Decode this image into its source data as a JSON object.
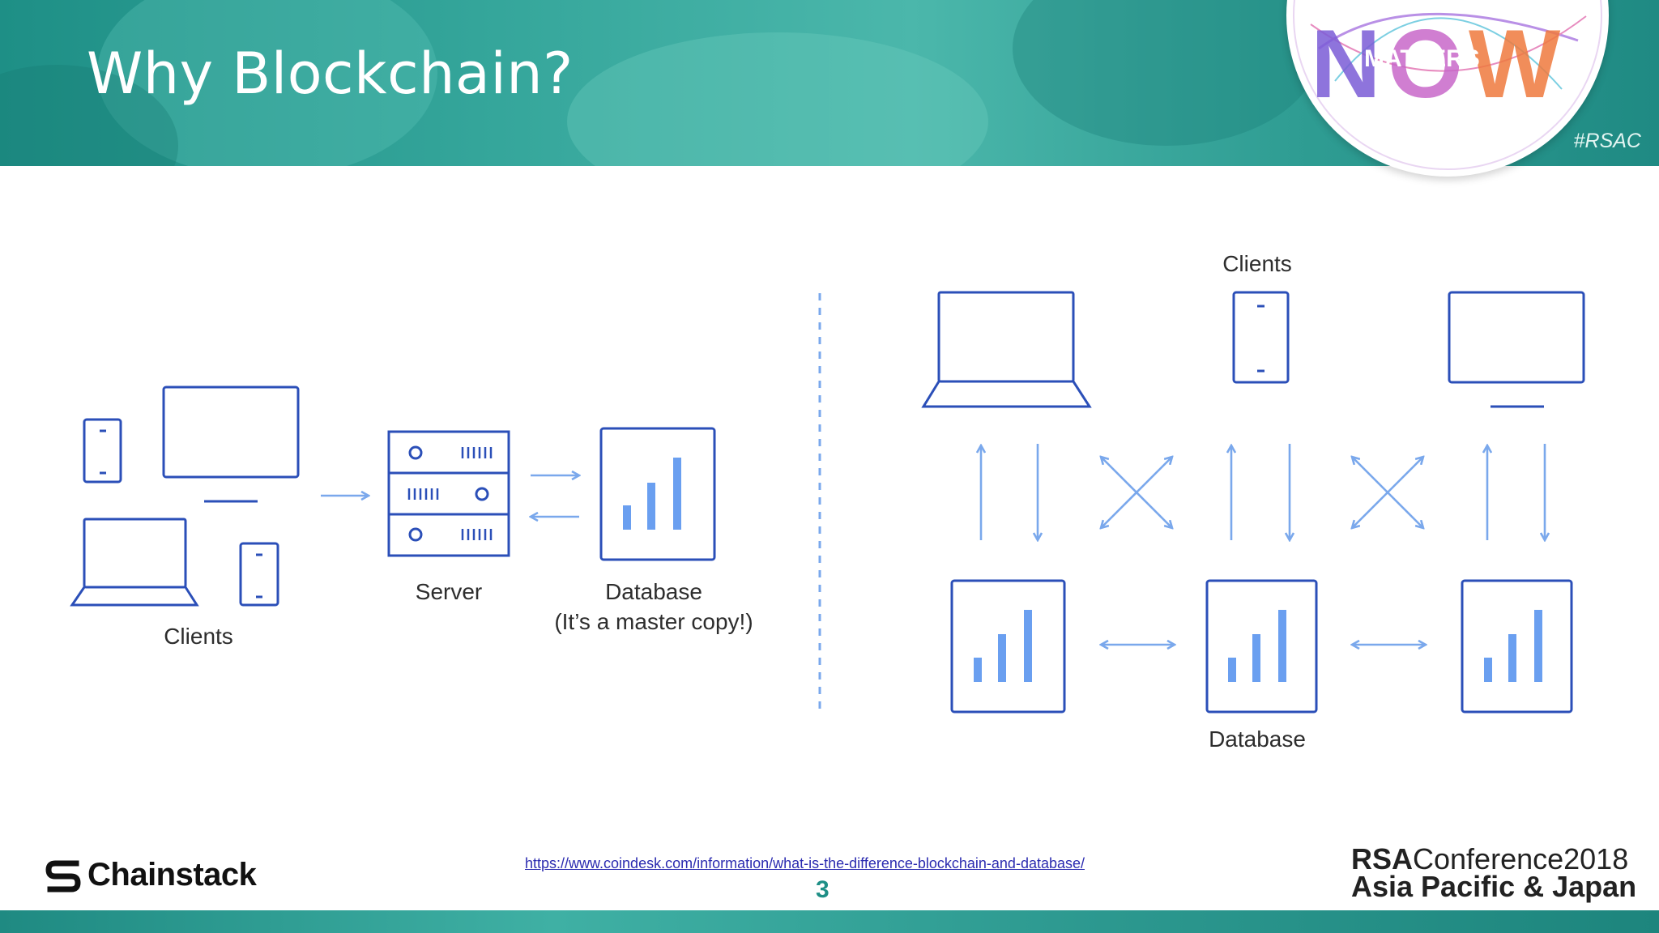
{
  "slide": {
    "title": "Why Blockchain?",
    "hashtag": "#RSAC",
    "badge_text": "MATTERS",
    "page_number": "3",
    "source_link": "https://www.coindesk.com/information/what-is-the-difference-blockchain-and-database/"
  },
  "left_diagram": {
    "clients_label": "Clients",
    "server_label": "Server",
    "database_label": "Database",
    "database_note": "(It’s a master copy!)"
  },
  "right_diagram": {
    "clients_label": "Clients",
    "database_label": "Database"
  },
  "footer": {
    "company": "Chainstack",
    "conference_brand": "RSA",
    "conference_name": "Conference2018",
    "conference_region": "Asia Pacific & Japan"
  },
  "colors": {
    "header_teal": "#2f9d93",
    "outline_blue": "#2b4fb8",
    "fill_blue": "#6a9ff0",
    "arrow_blue": "#7aa8ec",
    "page_number": "#1e8f86"
  }
}
